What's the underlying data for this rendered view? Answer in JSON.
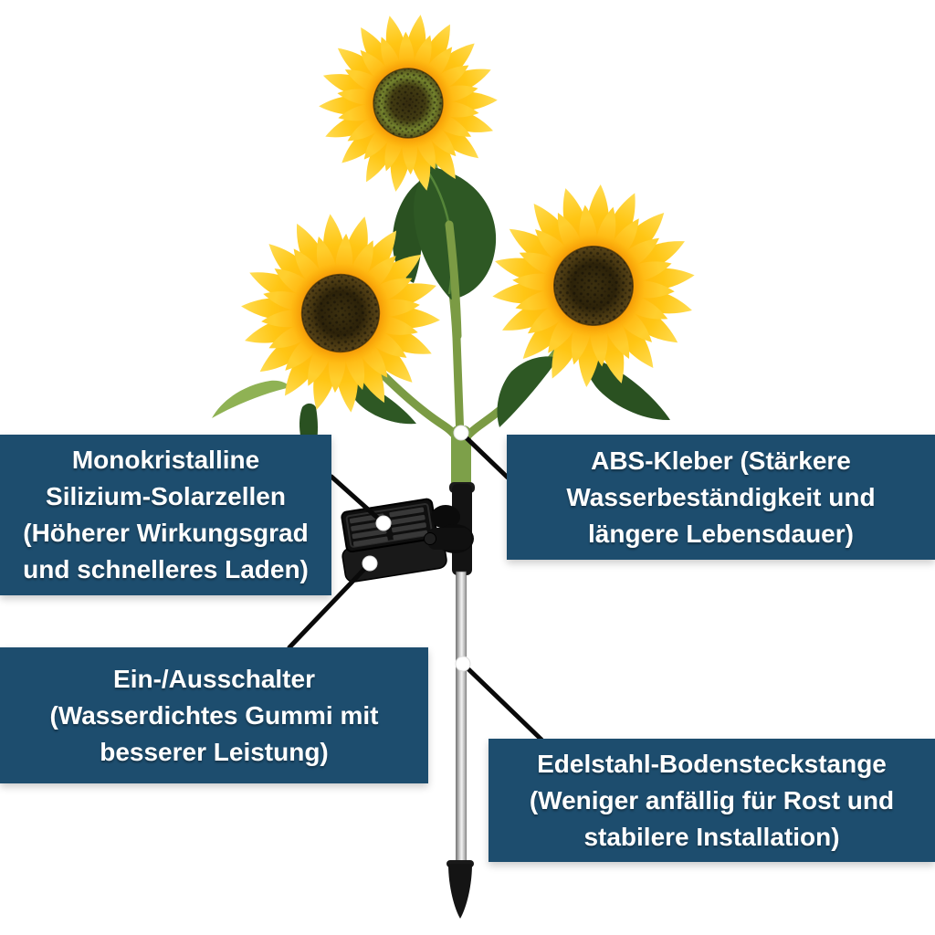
{
  "canvas": {
    "background": "#ffffff"
  },
  "style": {
    "callout_bg": "#1d4d6e",
    "callout_text": "#ffffff",
    "callout_line_color": "#0a0a0a",
    "petal_color": "#ffc614",
    "petal_orange": "#f58b00",
    "leaf_color": "#2e5824",
    "stem_color": "#7b9b44",
    "pole_silver": "#d9d9d9",
    "hardware_black": "#131313"
  },
  "illustration": {
    "flower_count": 3
  },
  "callouts": {
    "solar_cells": {
      "lines": [
        "Monokristalline",
        "Silizium-Solarzellen",
        "(Höherer Wirkungsgrad",
        "und schnelleres Laden)"
      ]
    },
    "abs_glue": {
      "lines": [
        "ABS-Kleber (Stärkere",
        "Wasserbeständigkeit und",
        "längere Lebensdauer)"
      ]
    },
    "power_switch": {
      "lines": [
        "Ein-/Ausschalter",
        "(Wasserdichtes Gummi mit",
        "besserer Leistung)"
      ]
    },
    "ground_stake": {
      "lines": [
        "Edelstahl-Bodensteckstange",
        "(Weniger anfällig für Rost und",
        "stabilere Installation)"
      ]
    }
  }
}
